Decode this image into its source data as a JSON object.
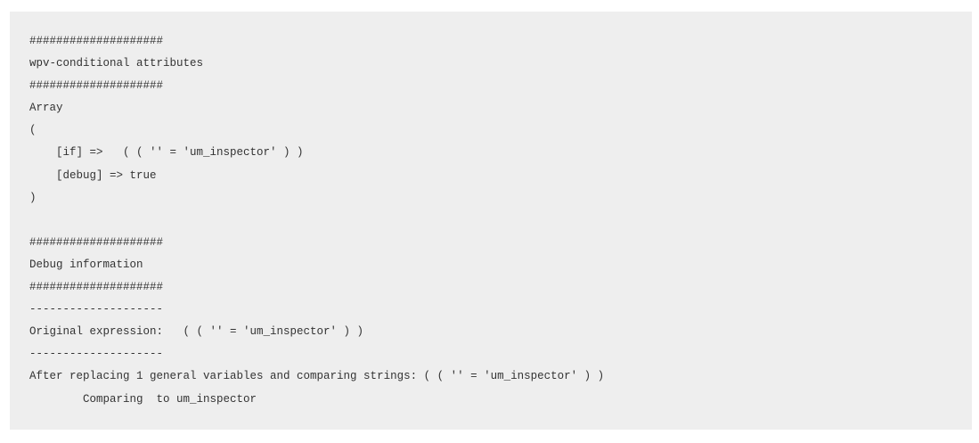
{
  "debug_output": {
    "lines": [
      "####################",
      "wpv-conditional attributes",
      "####################",
      "Array",
      "(",
      "    [if] =>   ( ( '' = 'um_inspector' ) )",
      "    [debug] => true",
      ")",
      "",
      "####################",
      "Debug information",
      "####################",
      "--------------------",
      "Original expression:   ( ( '' = 'um_inspector' ) )",
      "--------------------",
      "After replacing 1 general variables and comparing strings: ( ( '' = 'um_inspector' ) )",
      "        Comparing  to um_inspector"
    ]
  },
  "colors": {
    "background": "#eeeeee",
    "text": "#333333"
  }
}
